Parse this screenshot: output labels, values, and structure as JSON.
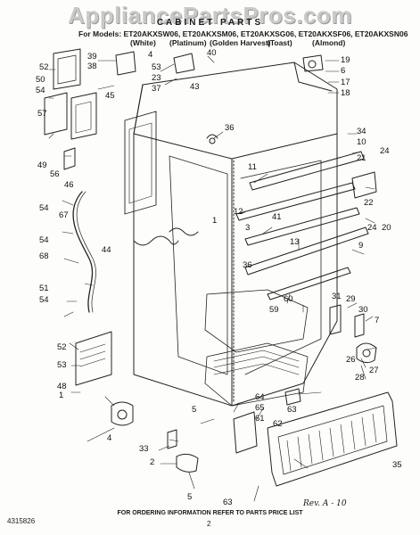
{
  "header": {
    "watermark": "AppliancePartsPros.com",
    "title": "CABINET PARTS",
    "models_label": "For Models:",
    "models": "ET20AKXSW06, ET20AKXSM06, ET20AKXSG06, ET20AKXSF06, ET20AKXSN06",
    "finishes": [
      "(White)",
      "(Platinum)",
      "(Golden Harvest)",
      "(Toast)",
      "(Almond)"
    ]
  },
  "callouts": [
    "52",
    "39",
    "38",
    "4",
    "53",
    "23",
    "37",
    "40",
    "43",
    "19",
    "6",
    "17",
    "18",
    "50",
    "54",
    "45",
    "36",
    "34",
    "10",
    "57",
    "49",
    "56",
    "46",
    "11",
    "12",
    "21",
    "22",
    "24",
    "54",
    "67",
    "41",
    "1",
    "3",
    "24",
    "20",
    "54",
    "68",
    "44",
    "13",
    "9",
    "36",
    "60",
    "59",
    "51",
    "54",
    "31",
    "29",
    "30",
    "7",
    "52",
    "53",
    "26",
    "27",
    "28",
    "48",
    "1",
    "5",
    "64",
    "65",
    "61",
    "63",
    "4",
    "62",
    "33",
    "2",
    "5",
    "35",
    "63"
  ],
  "footer": {
    "doc_number": "4315826",
    "ordering": "FOR ORDERING INFORMATION REFER TO PARTS PRICE LIST",
    "page": "2",
    "handwritten": "Rev. A - 10"
  },
  "colors": {
    "line": "#222222",
    "watermark": "#c9c9c9",
    "paper": "#fdfdfb"
  }
}
